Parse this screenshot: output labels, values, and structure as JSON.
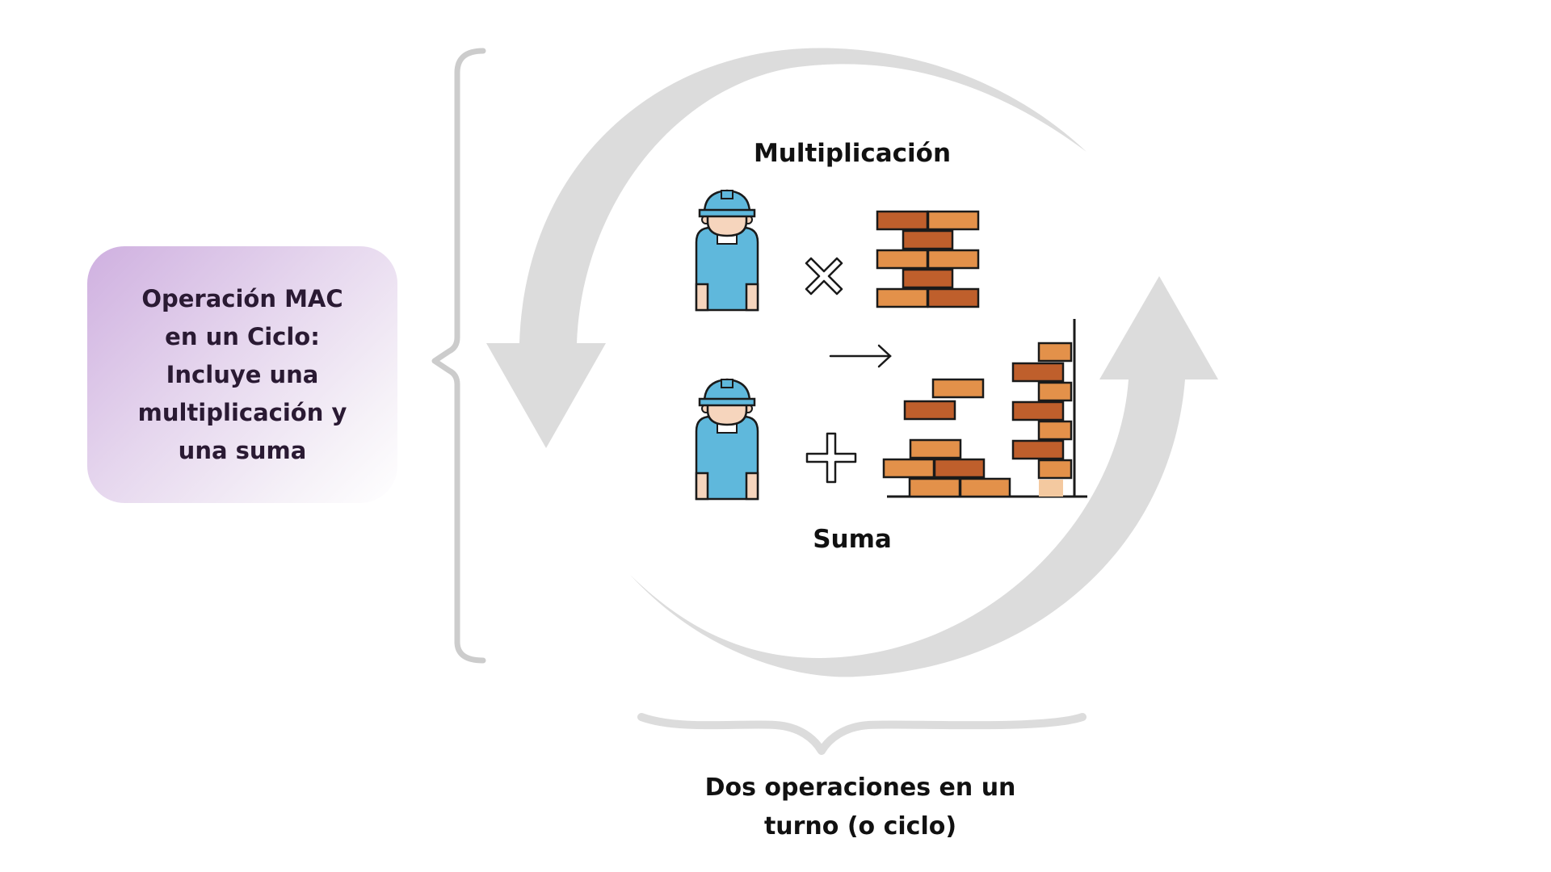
{
  "mac_box": {
    "lines": [
      "Operación MAC",
      "en un Ciclo:",
      "Incluye una",
      "multiplicación y",
      "una suma"
    ]
  },
  "multiplication": {
    "label": "Multiplicación",
    "icon": "times-icon"
  },
  "addition": {
    "label": "Suma",
    "icon": "plus-icon"
  },
  "caption": {
    "lines": [
      "Dos operaciones en un",
      "turno (o ciclo)"
    ]
  },
  "colors": {
    "arrow_gray": "#dcdcdc",
    "bracket_gray": "#cccccc",
    "helmet_blue": "#5fb8dc",
    "skin": "#f6d5bd",
    "brick_light": "#e3914a",
    "brick_dark": "#bf5f2c",
    "outline": "#1a1a1a"
  }
}
